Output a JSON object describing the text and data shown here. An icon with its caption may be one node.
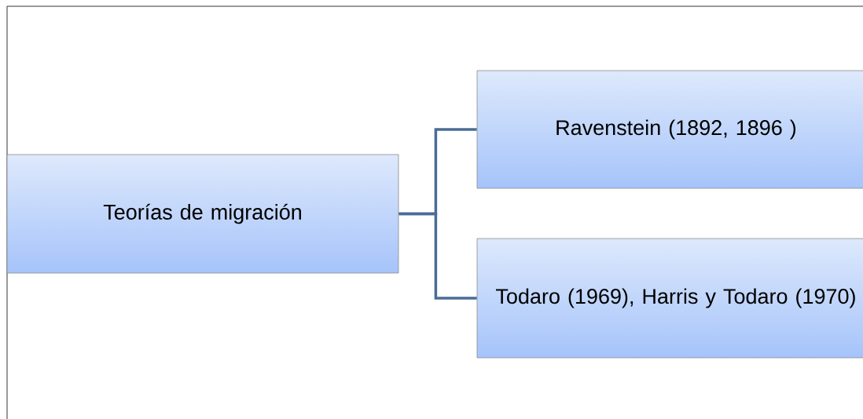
{
  "diagram": {
    "nodes": [
      {
        "text": [
          "Teorías de migración"
        ]
      },
      {
        "text": [
          "Ravenstein (1892, 1896 )"
        ]
      },
      {
        "text": [
          "Todaro (1969), Harris y Todaro (1970)"
        ]
      }
    ],
    "edges": [
      {
        "from": 0,
        "to": 1,
        "arrow": "none"
      },
      {
        "from": 0,
        "to": 2,
        "arrow": "none"
      }
    ]
  }
}
